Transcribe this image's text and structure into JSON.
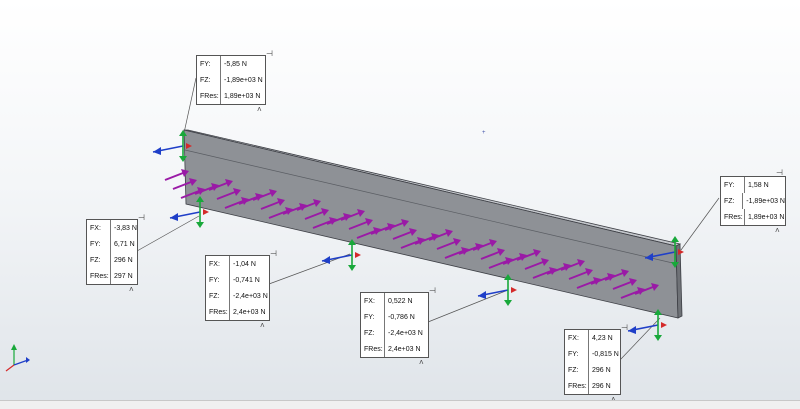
{
  "colors": {
    "beam_face": "#8e9196",
    "beam_top": "#b9bcc1",
    "beam_edge": "#3d3f45",
    "force_arrow": "#9a1aa6",
    "fixture_blue": "#1f3fc8",
    "fixture_green": "#18a83a",
    "fixture_red": "#d42a2a"
  },
  "callouts": [
    {
      "id": "c1",
      "rows": [
        {
          "label": "FY:",
          "value": "-5,85 N"
        },
        {
          "label": "FZ:",
          "value": "-1,89e+03 N"
        },
        {
          "label": "FRes:",
          "value": "1,89e+03 N"
        }
      ]
    },
    {
      "id": "c2",
      "rows": [
        {
          "label": "FY:",
          "value": "1,58 N"
        },
        {
          "label": "FZ:",
          "value": "-1,89e+03 N"
        },
        {
          "label": "FRes:",
          "value": "1,89e+03 N"
        }
      ]
    },
    {
      "id": "c3",
      "rows": [
        {
          "label": "FX:",
          "value": "-3,83 N"
        },
        {
          "label": "FY:",
          "value": "6,71 N"
        },
        {
          "label": "FZ:",
          "value": "296 N"
        },
        {
          "label": "FRes:",
          "value": "297 N"
        }
      ]
    },
    {
      "id": "c4",
      "rows": [
        {
          "label": "FX:",
          "value": "-1,04 N"
        },
        {
          "label": "FY:",
          "value": "-0,741 N"
        },
        {
          "label": "FZ:",
          "value": "-2,4e+03 N"
        },
        {
          "label": "FRes:",
          "value": "2,4e+03 N"
        }
      ]
    },
    {
      "id": "c5",
      "rows": [
        {
          "label": "FX:",
          "value": "0,522 N"
        },
        {
          "label": "FY:",
          "value": "-0,786 N"
        },
        {
          "label": "FZ:",
          "value": "-2,4e+03 N"
        },
        {
          "label": "FRes:",
          "value": "2,4e+03 N"
        }
      ]
    },
    {
      "id": "c6",
      "rows": [
        {
          "label": "FX:",
          "value": "4,23 N"
        },
        {
          "label": "FY:",
          "value": "-0,815 N"
        },
        {
          "label": "FZ:",
          "value": "296 N"
        },
        {
          "label": "FRes:",
          "value": "296 N"
        }
      ]
    }
  ]
}
